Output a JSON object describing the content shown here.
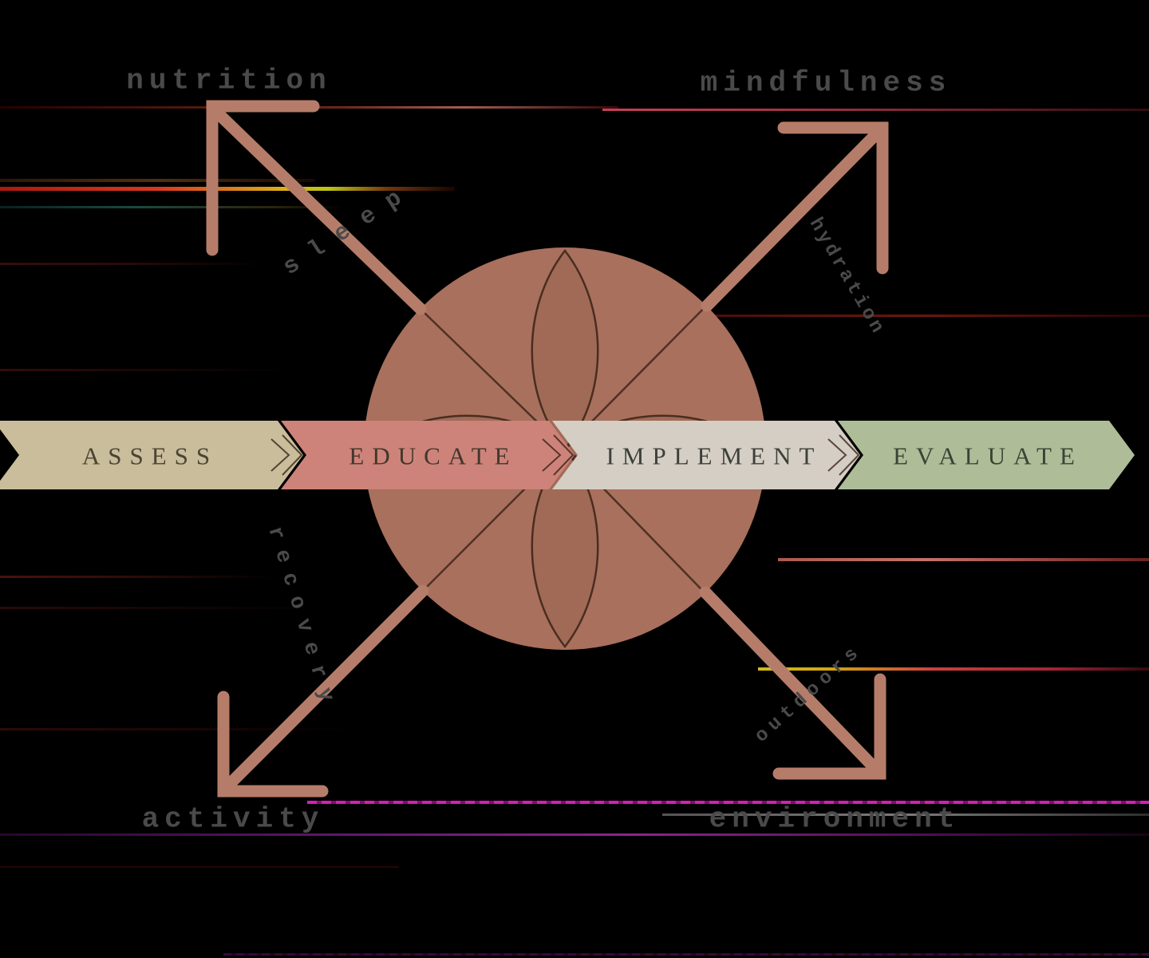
{
  "diagram": {
    "type": "wellness-framework-flower",
    "background_color": "#000000",
    "arrow_color": "#b57d69",
    "label_color": "#4a4a4a",
    "flower": {
      "fill": "#a8705d",
      "outline": "#4a2d1f"
    },
    "banners": [
      {
        "label": "ASSESS",
        "color": "#c9bd9b",
        "text_color": "#4a4434"
      },
      {
        "label": "EDUCATE",
        "color": "#cd8379",
        "text_color": "#41372e"
      },
      {
        "label": "IMPLEMENT",
        "color": "#d4cec4",
        "text_color": "#3d4038"
      },
      {
        "label": "EVALUATE",
        "color": "#aebd98",
        "text_color": "#3a4334"
      }
    ],
    "corner_labels": [
      {
        "position": "top-left",
        "label": "nutrition"
      },
      {
        "position": "top-right",
        "label": "mindfulness"
      },
      {
        "position": "bottom-left",
        "label": "activity"
      },
      {
        "position": "bottom-right",
        "label": "environment"
      }
    ],
    "diagonal_labels": [
      {
        "position": "top-left",
        "label": "sleep"
      },
      {
        "position": "top-right",
        "label": "hydration"
      },
      {
        "position": "bottom-left",
        "label": "recovery"
      },
      {
        "position": "bottom-right",
        "label": "outdoors"
      }
    ]
  }
}
